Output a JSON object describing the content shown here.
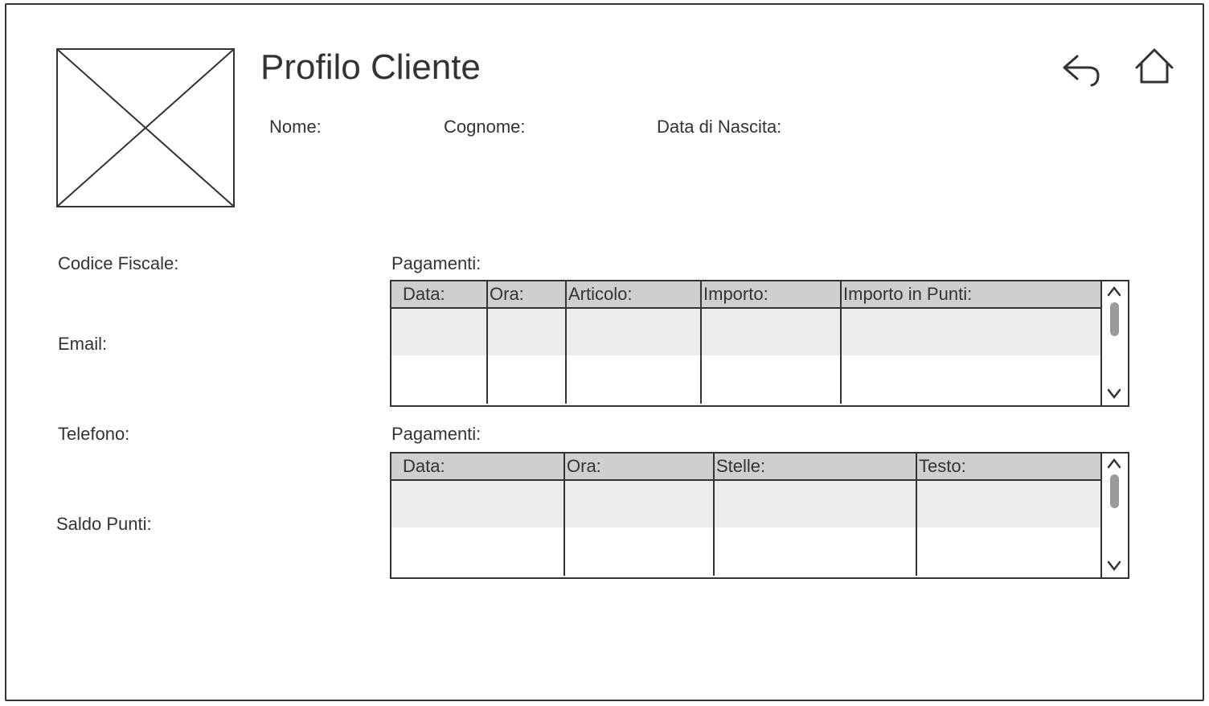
{
  "header": {
    "title": "Profilo Cliente"
  },
  "fields": {
    "nome": "Nome:",
    "cognome": "Cognome:",
    "data_nascita": "Data di Nascita:",
    "codice_fiscale": "Codice Fiscale:",
    "email": "Email:",
    "telefono": "Telefono:",
    "saldo_punti": "Saldo Punti:"
  },
  "icons": {
    "back": "back-arrow-icon",
    "home": "home-icon",
    "avatar": "image-placeholder-icon"
  },
  "payments_table": {
    "label": "Pagamenti:",
    "columns": [
      "Data:",
      "Ora:",
      "Articolo:",
      "Importo:",
      "Importo in Punti:"
    ],
    "rows": [
      [
        "",
        "",
        "",
        "",
        ""
      ],
      [
        "",
        "",
        "",
        "",
        ""
      ]
    ]
  },
  "reviews_table": {
    "label": "Pagamenti:",
    "columns": [
      "Data:",
      "Ora:",
      "Stelle:",
      "Testo:"
    ],
    "rows": [
      [
        "",
        "",
        "",
        ""
      ],
      [
        "",
        "",
        "",
        ""
      ]
    ]
  }
}
